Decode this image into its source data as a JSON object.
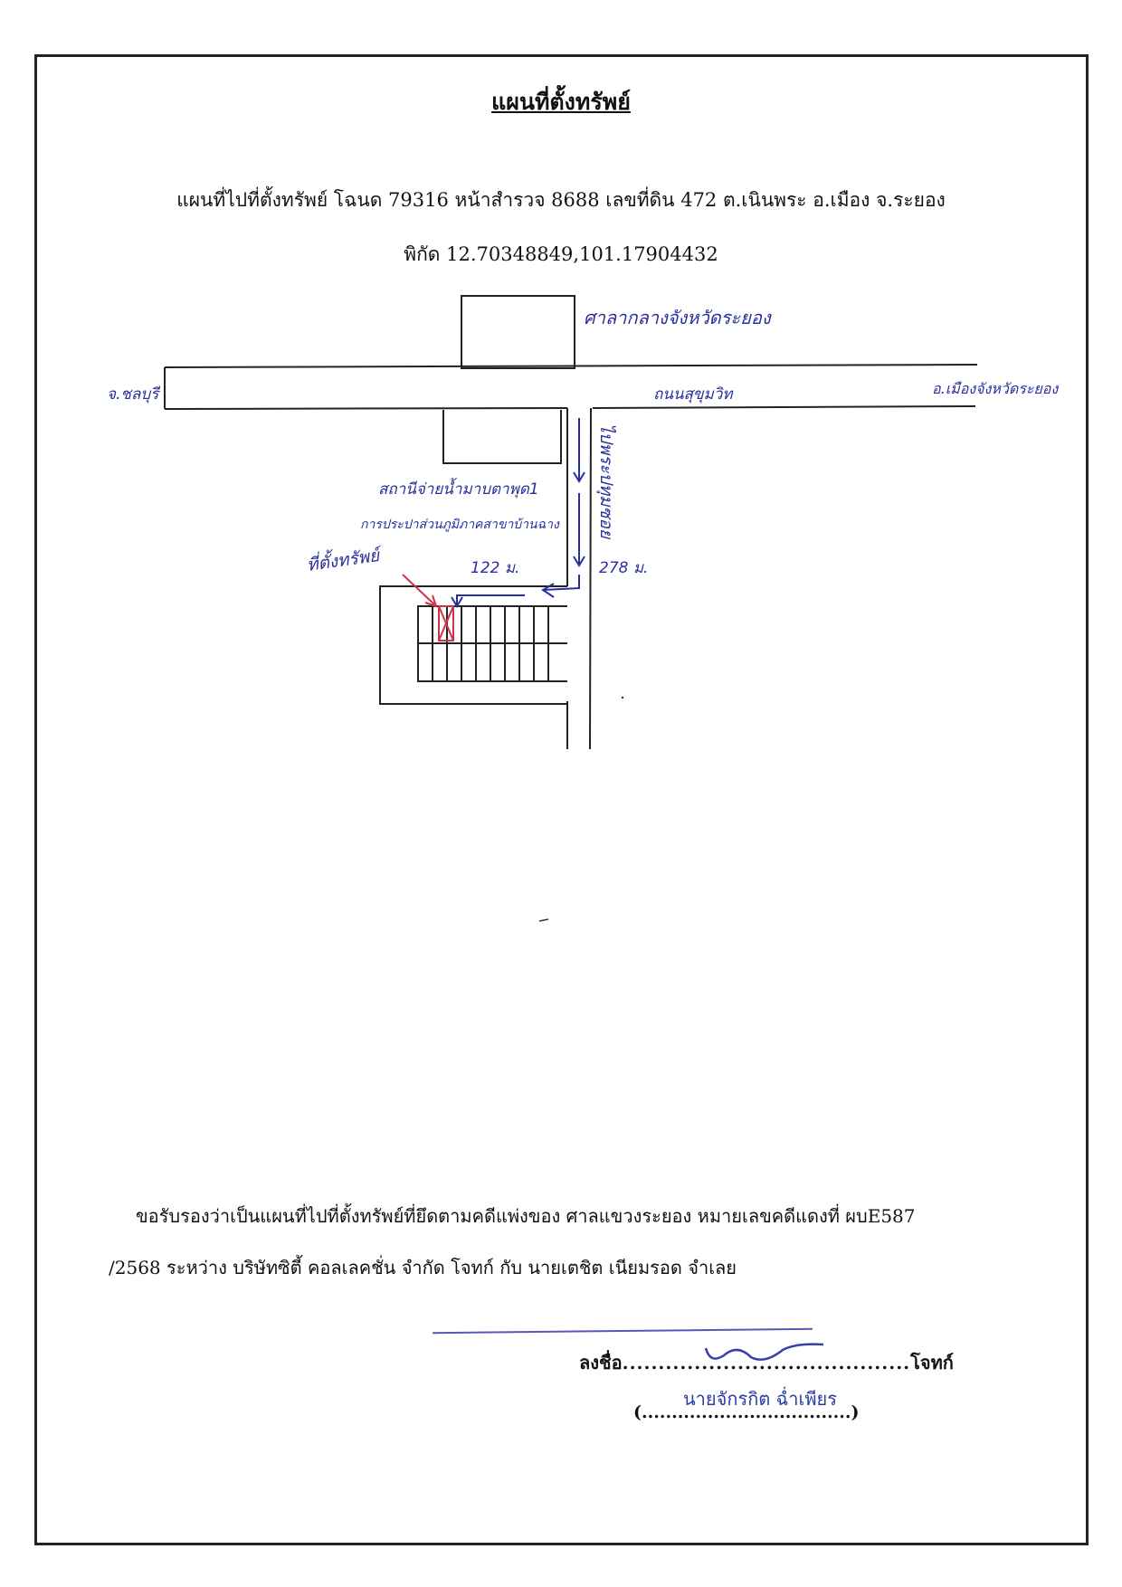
{
  "doc": {
    "title": "แผนที่ตั้งทรัพย์",
    "subtitle": "แผนที่ไปที่ตั้งทรัพย์  โฉนด 79316 หน้าสำรวจ 8688 เลขที่ดิน 472 ต.เนินพระ อ.เมือง จ.ระยอง",
    "coordinates": "พิกัด 12.70348849,101.17904432"
  },
  "map": {
    "building_label": "ศาลากลางจังหวัดระยอง",
    "left_road_label": "จ.ชลบุรี",
    "main_road_label": "ถนนสุขุมวิท",
    "right_road_label": "อ.เมืองจังหวัดระยอง",
    "side_road_label": "ไปพระปทุมซอย",
    "facility_label_1": "สถานีจ่ายน้ำมาบตาพุด1",
    "facility_label_2": "การประปาส่วนภูมิภาคสาขาบ้านฉาง",
    "property_label": "ที่ตั้งทรัพย์",
    "distance_1": "122 ม.",
    "distance_2": "278 ม.",
    "road_color": "#222222",
    "handwriting_color": "#2a2f9e",
    "marker_color": "#d0324a"
  },
  "certification": {
    "line1": "ขอรับรองว่าเป็นแผนที่ไปที่ตั้งทรัพย์ที่ยึดตามคดีแพ่งของ ศาลแขวงระยอง  หมายเลขคดีแดงที่  ผบE587",
    "line2": "/2568  ระหว่าง บริษัทซิตี้ คอลเลคชั่น จำกัด โจทก์ กับ นายเตชิต เนียมรอด จำเลย"
  },
  "signature": {
    "sign_prefix": "ลงชื่อ",
    "sign_dots": "........................................",
    "sign_suffix": "โจทก์",
    "name_open": "(",
    "name_dots": "...................................",
    "name_close": ")",
    "signer_name": "นายจักรกิต ฉ่ำเพียร"
  }
}
